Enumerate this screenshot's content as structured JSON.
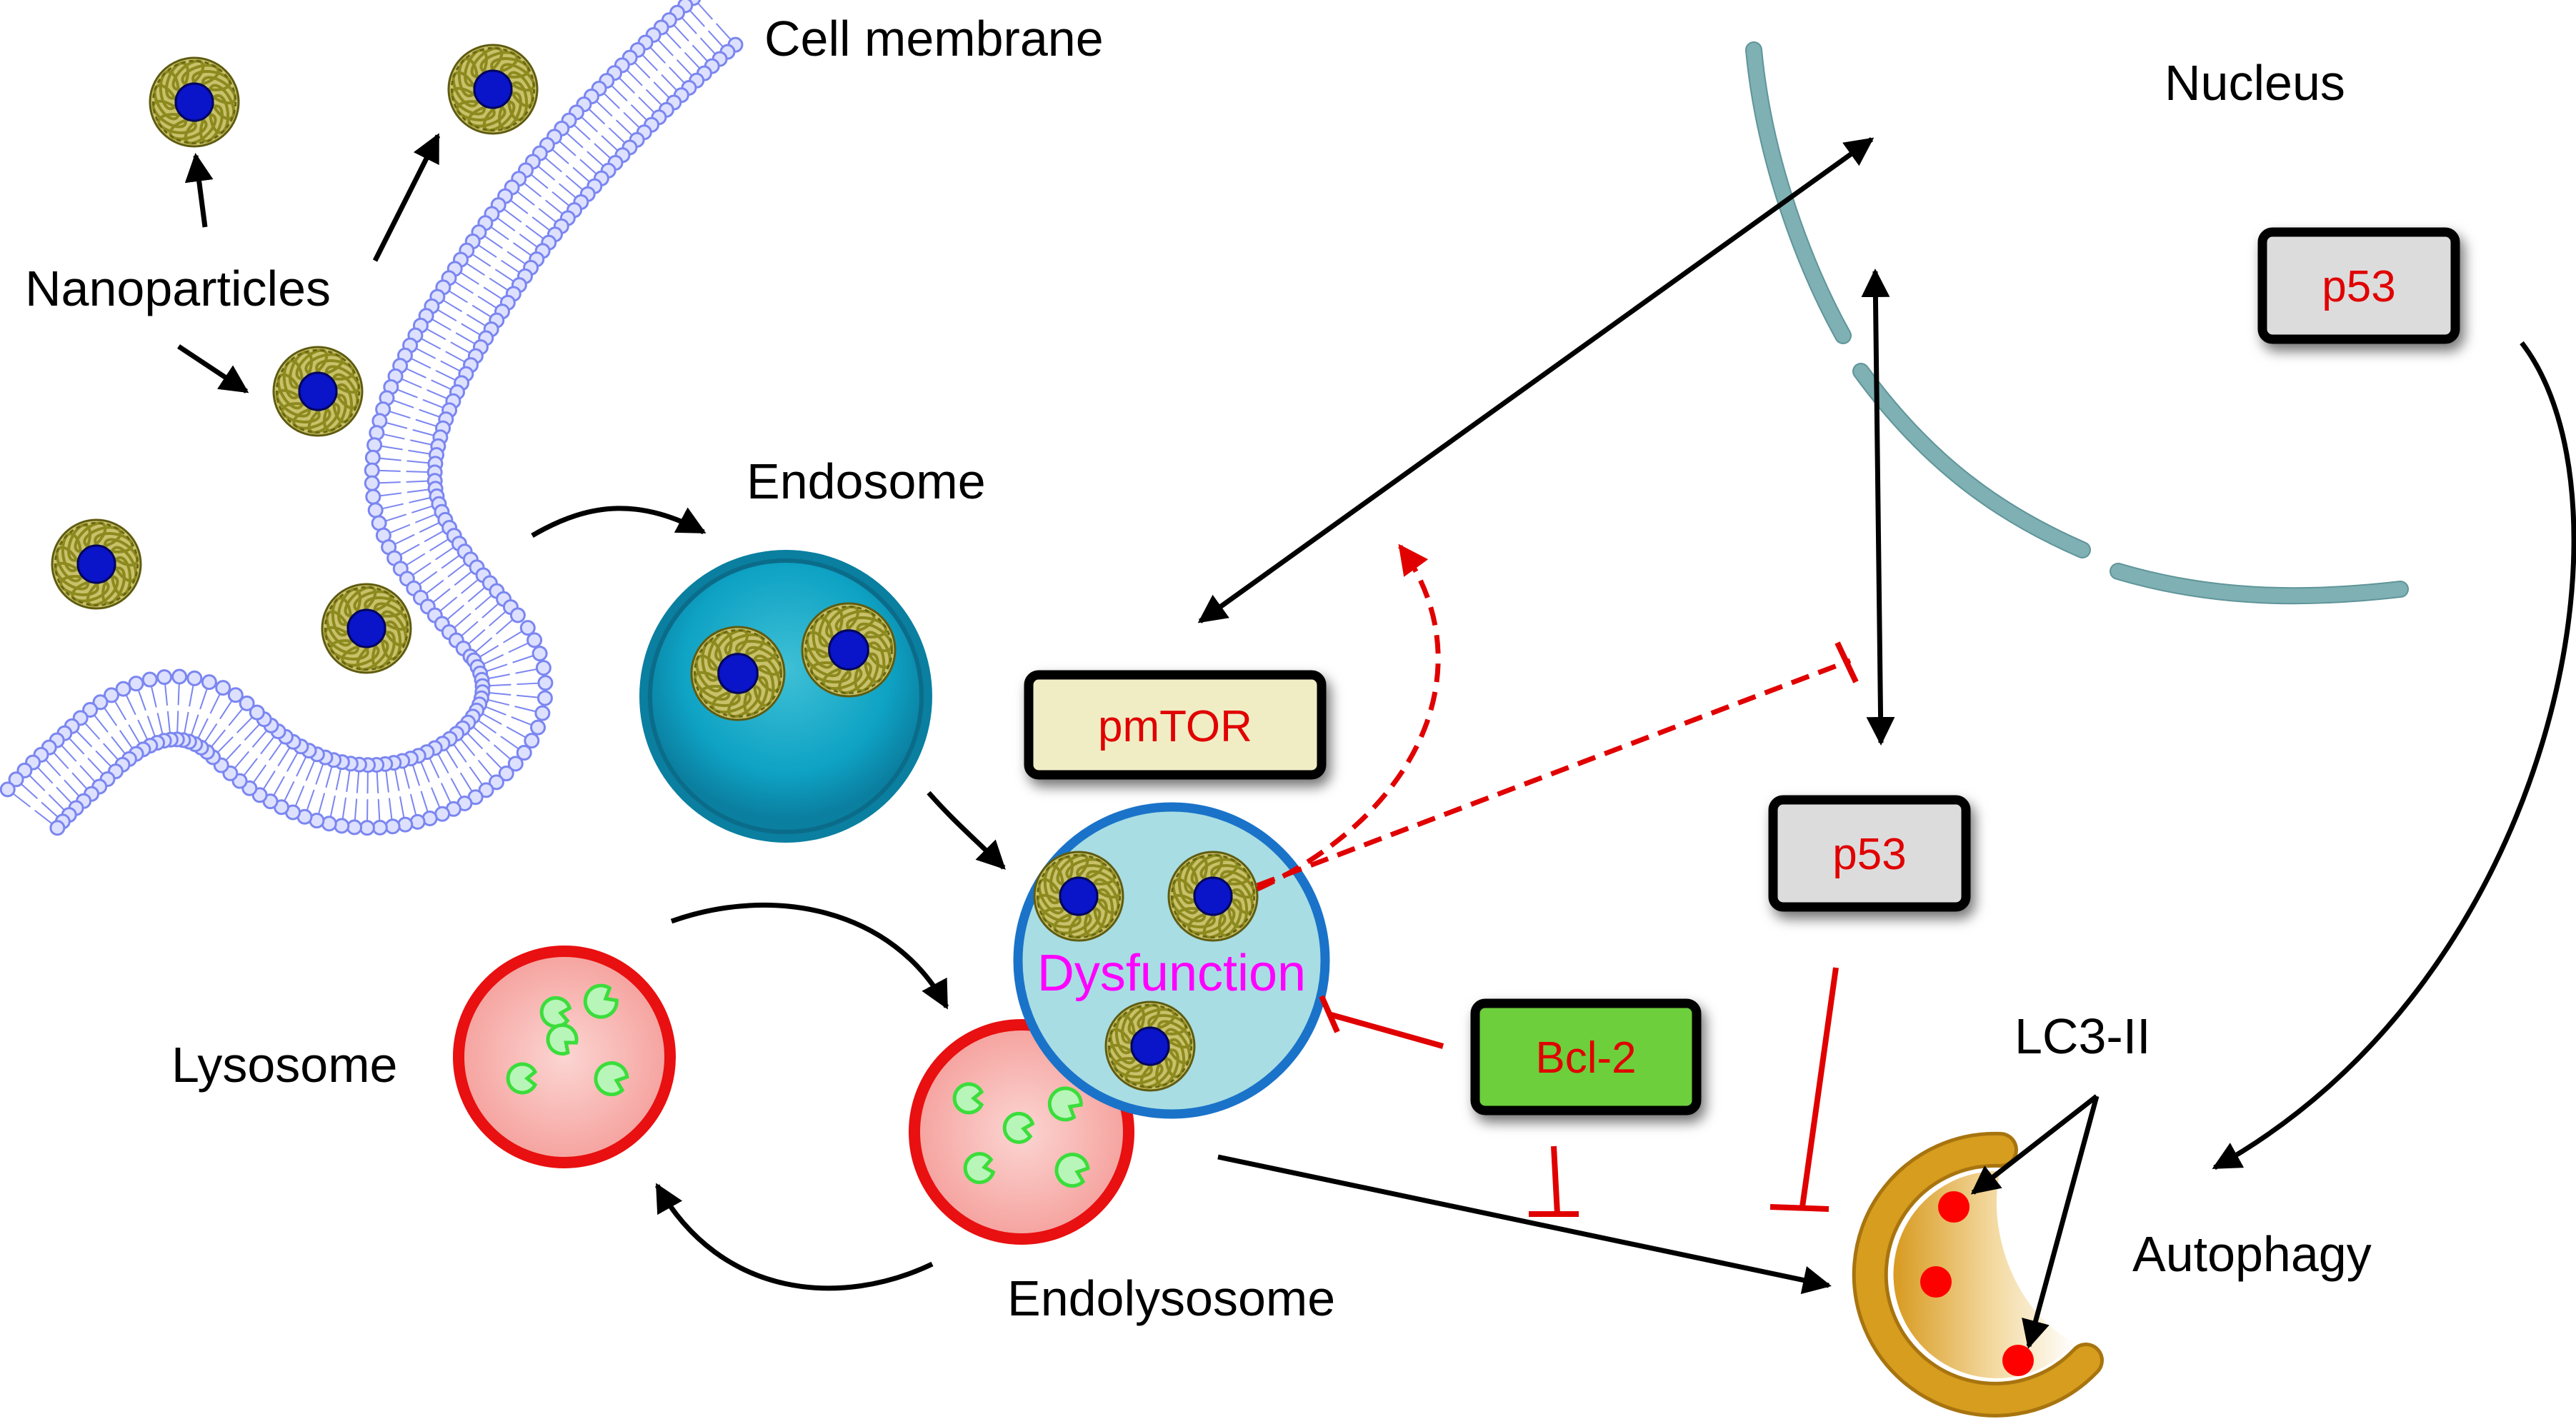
{
  "labels": {
    "cell_membrane": "Cell membrane",
    "nanoparticles": "Nanoparticles",
    "endosome": "Endosome",
    "lysosome": "Lysosome",
    "endolysosome": "Endolysosome",
    "nucleus": "Nucleus",
    "autophagy": "Autophagy",
    "lc3": "LC3-II",
    "dysfunction": "Dysfunction"
  },
  "boxes": {
    "pmtor": "pmTOR",
    "p53_mid": "p53",
    "p53_nucleus": "p53",
    "bcl2": "Bcl-2"
  },
  "colors": {
    "membrane": "#7b86f0",
    "membrane_fill": "#dde1ff",
    "nanoparticle_shell": "#8c8a1e",
    "nanoparticle_core": "#0a14c8",
    "endosome": "#0e9dbf",
    "dysfunction_fill": "#a8dde4",
    "dysfunction_ring": "#1a73c9",
    "lysosome_ring": "#e81010",
    "lysosome_fill": "#f7b7b4",
    "enzyme": "#3bdd3b",
    "nucleus_envelope": "#7fb0b3",
    "pmtor_fill": "#f0edc5",
    "p53_fill": "#dcdcdc",
    "bcl2_fill": "#6ccf3a",
    "box_text": "#e00000",
    "inhibit": "#e00000",
    "autophagosome": "#d69d1e",
    "lc3_dot": "#ff0000",
    "dysfunction_text": "#ff00ff"
  },
  "icons": [
    "nanoparticle-icon",
    "lysosomal-enzyme-icon",
    "autophagosome-icon"
  ]
}
